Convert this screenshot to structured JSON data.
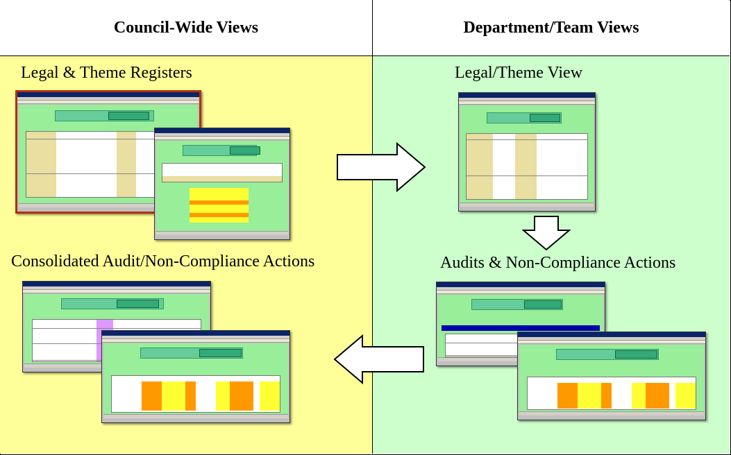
{
  "headers": {
    "left": "Council-Wide Views",
    "right": "Department/Team Views"
  },
  "labels": {
    "legal_theme_registers": "Legal & Theme Registers",
    "legal_theme_view": "Legal/Theme View",
    "consolidated_audit": "Consolidated Audit/Non-Compliance Actions",
    "audits_nca": "Audits & Non-Compliance Actions"
  },
  "colors": {
    "left_bg": "#ffff99",
    "right_bg": "#ccffcc",
    "screen_bg": "#99ee99",
    "highlight_yellow": "#ffff33",
    "highlight_orange": "#ff9900",
    "arrow_fill": "#ffffff"
  },
  "arrows": [
    "arrow-right",
    "arrow-down",
    "arrow-left"
  ]
}
